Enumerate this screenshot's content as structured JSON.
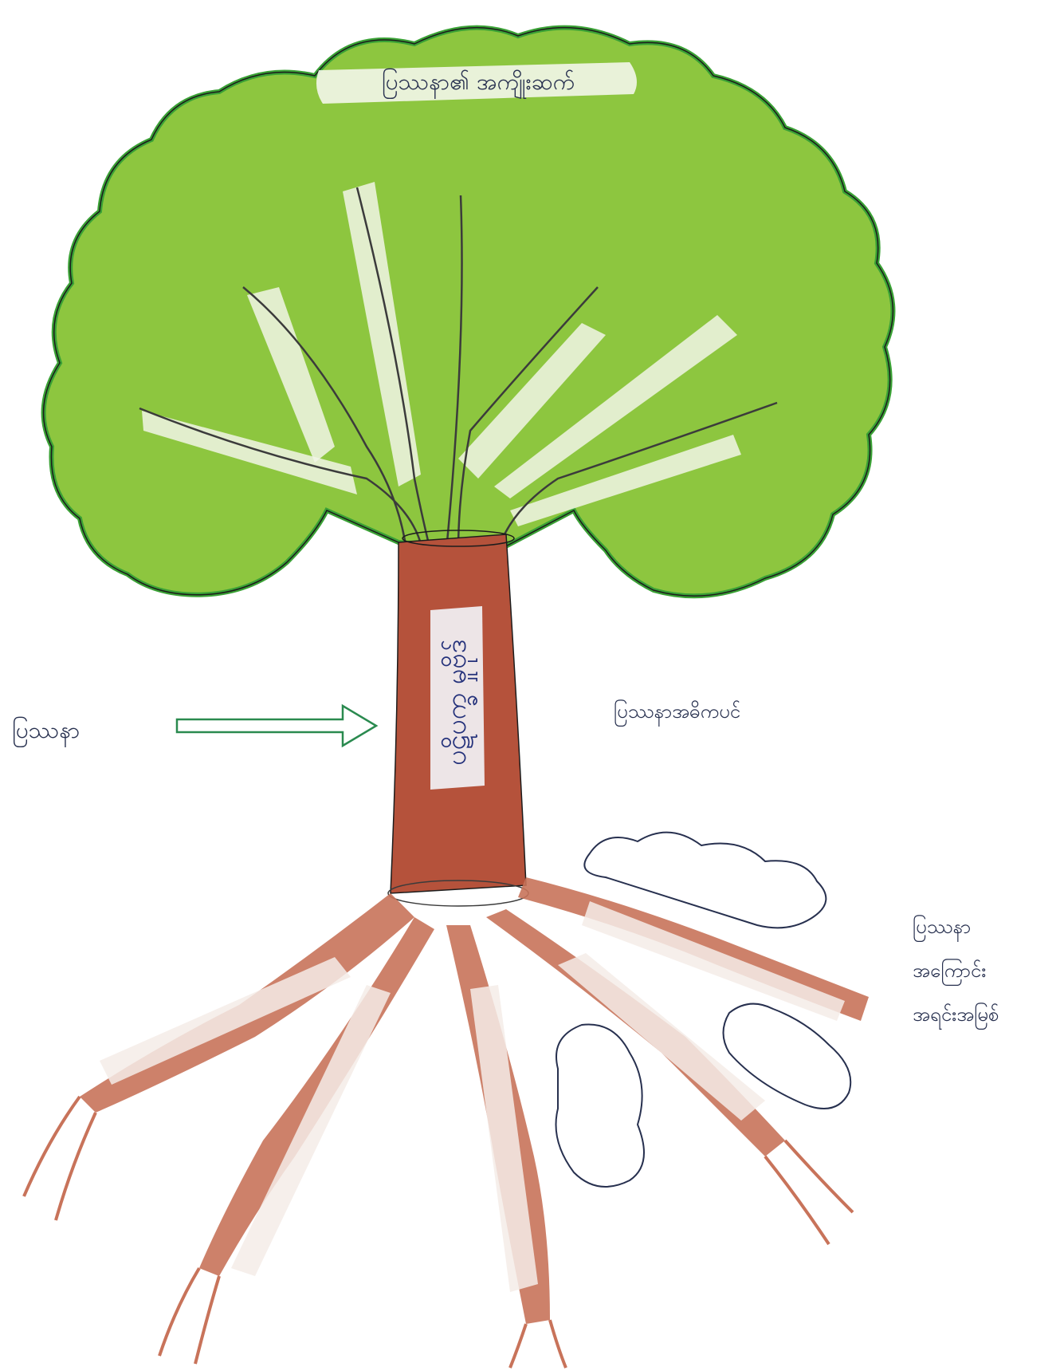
{
  "diagram": {
    "title": "ပြဿနာ၏ အကျိုးဆက်",
    "trunk": "ပဋိပက္ခ မှုဗိုဒ်",
    "problem": "ပြဿနာ",
    "core_problem": "ပြဿနာအဓိကပင်",
    "causes": [
      "ပြဿနာ",
      "အကြောင်း",
      "အရင်းအမြစ်"
    ]
  },
  "colors": {
    "canopy": "#8dc63f",
    "canopy_edge": "#3aa135",
    "trunk": "#b5523b",
    "roots": "#c8735a",
    "ink": "#27304f",
    "arrow": "#2a8a4f",
    "cloud_text": "#b0213a"
  },
  "icons": [
    "tree-icon",
    "arrow-right-icon",
    "cloud-icon"
  ]
}
